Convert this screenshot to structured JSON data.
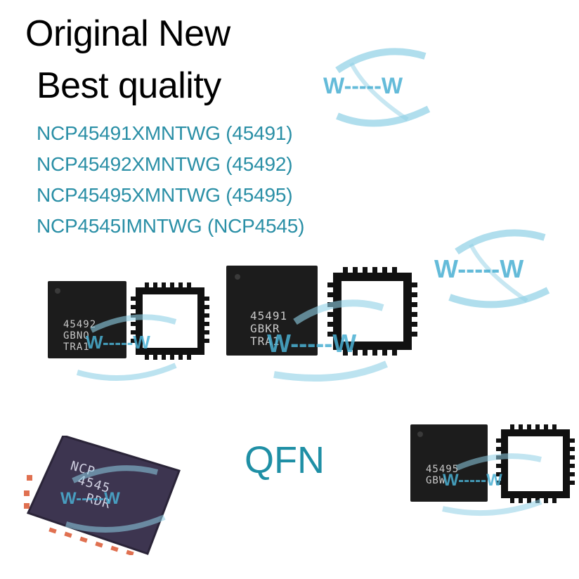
{
  "headline": {
    "line1": "Original New",
    "line2": "Best quality"
  },
  "models": [
    "NCP45491XMNTWG (45491)",
    "NCP45492XMNTWG (45492)",
    "NCP45495XMNTWG (45495)",
    "NCP4545IMNTWG (NCP4545)"
  ],
  "package_label": "QFN",
  "chips": {
    "chip_45492": {
      "line1": "45492",
      "line2": "GBNQ",
      "line3": "TRA1"
    },
    "chip_45491": {
      "line1": "45491",
      "line2": "GBKR",
      "line3": "TRA1"
    },
    "chip_45495": {
      "line1": "45495",
      "line2": "GBW"
    },
    "chip_4545": {
      "line1": "NCP",
      "line2": "4545",
      "line3": "RDR"
    }
  },
  "watermark": {
    "text": "W-----W",
    "color": "#4ab0d3"
  },
  "colors": {
    "headline": "#000000",
    "models": "#2a8fa6",
    "package_label": "#1f8fa5",
    "chip_body": "#1c1c1c",
    "chip_4545_body": "#3d3550",
    "chip_4545_pads": "#e07050"
  }
}
